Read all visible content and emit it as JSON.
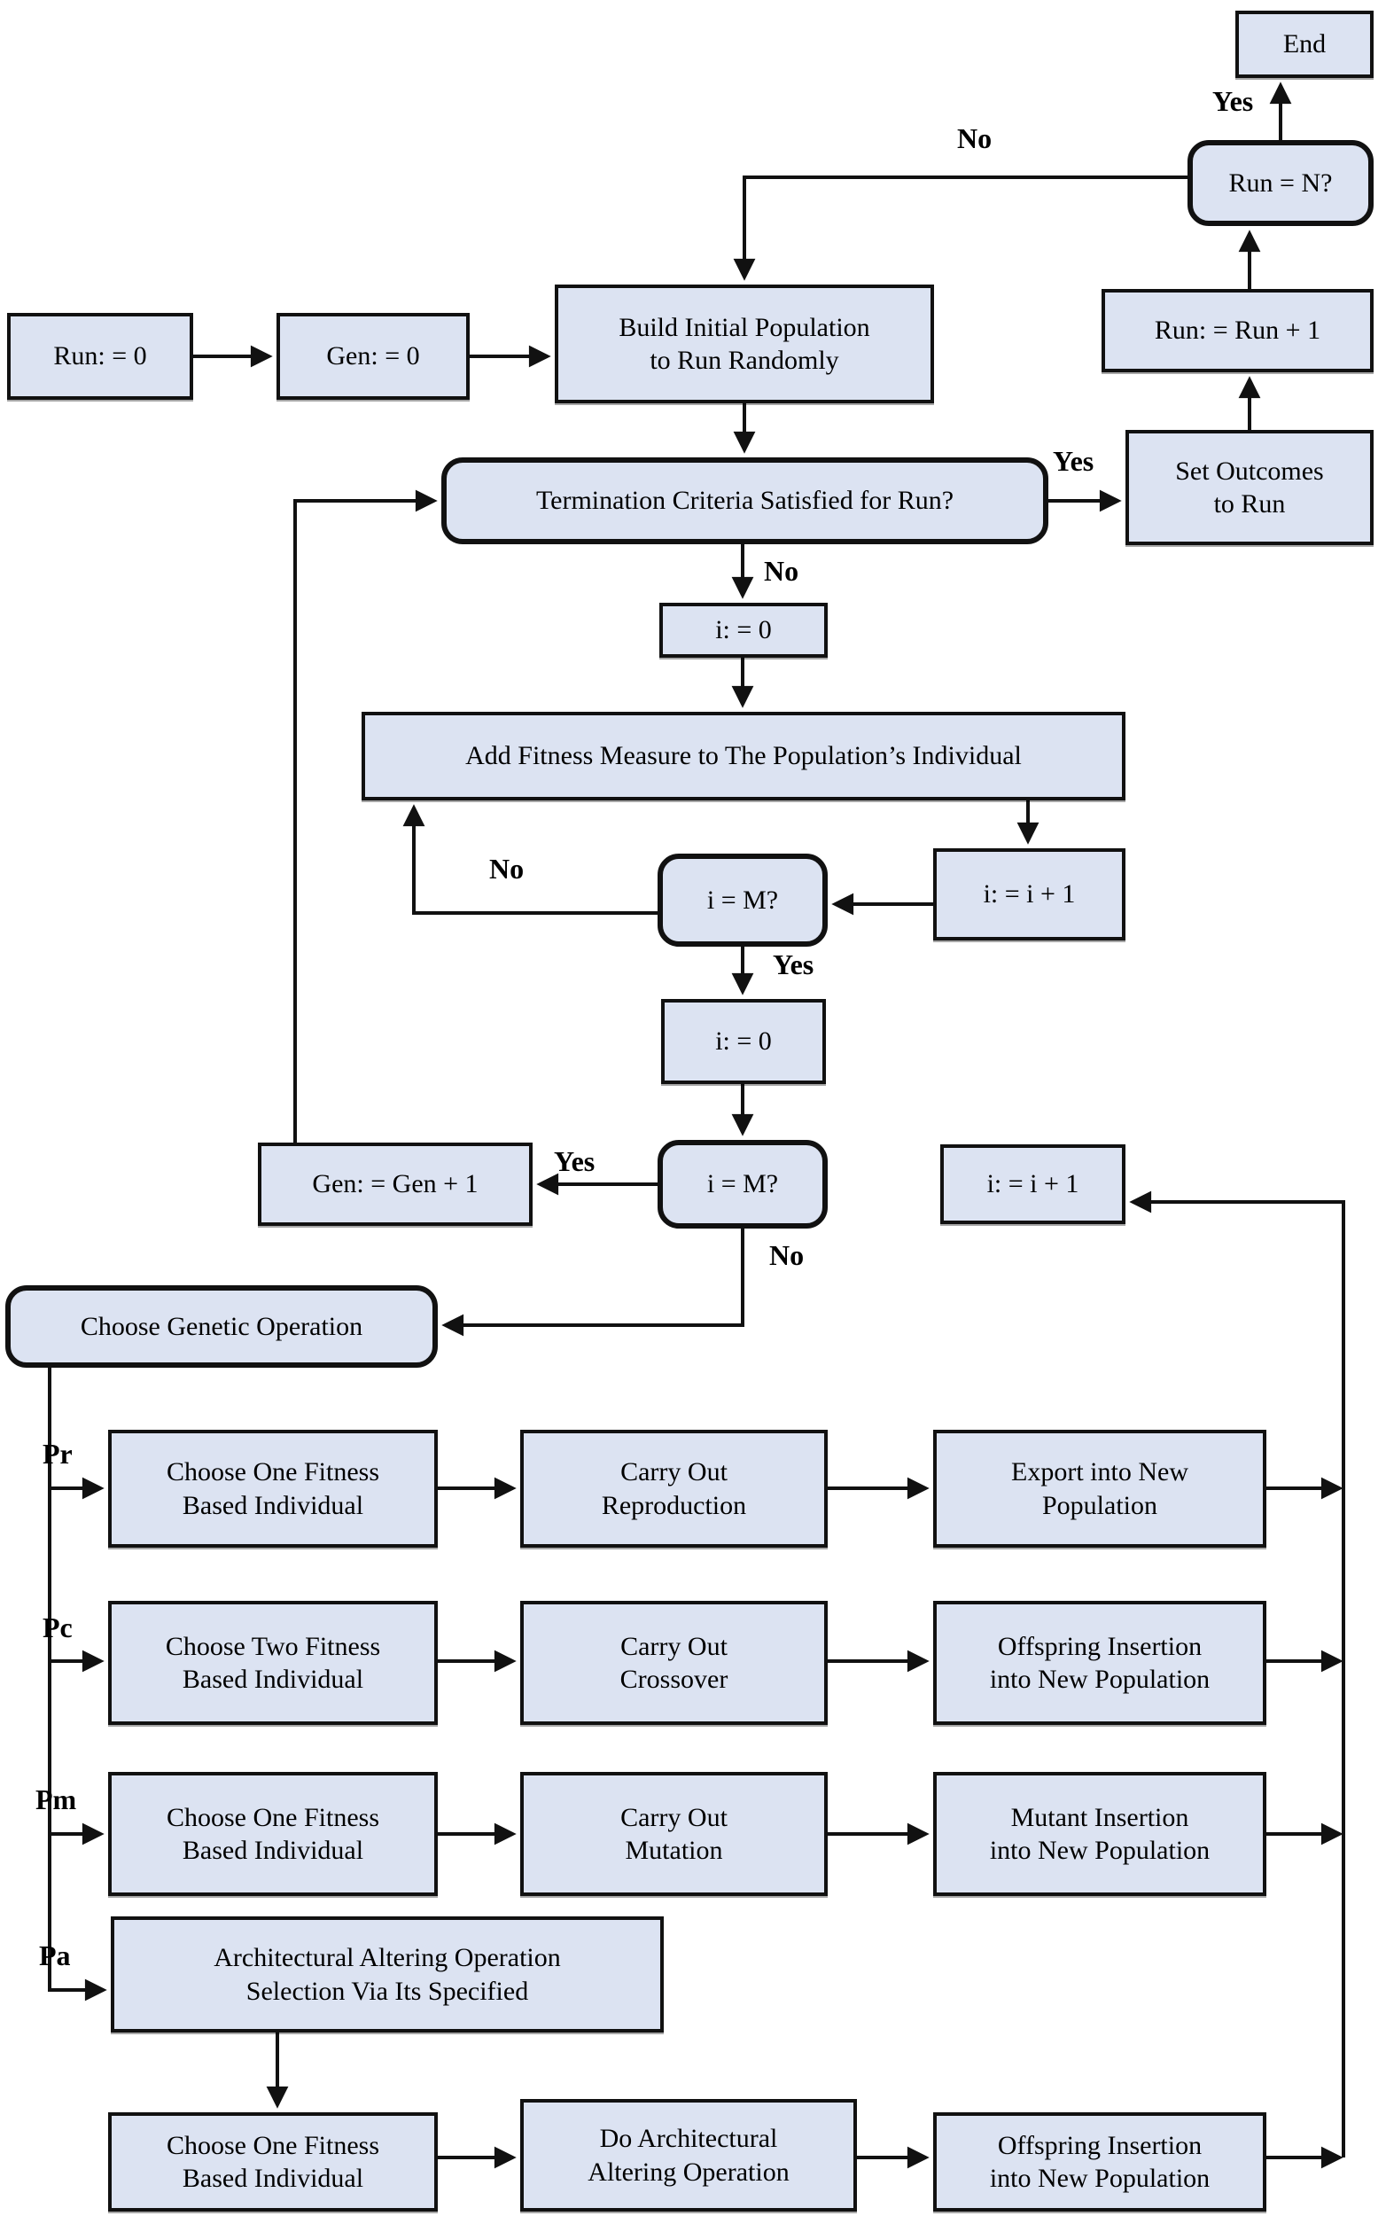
{
  "diagram": {
    "kind": "flowchart",
    "background": "#ffffff",
    "node_fill": "#dce3f2",
    "node_border": "#111111",
    "nodes": {
      "end": {
        "label": "End",
        "shape": "rect"
      },
      "run_eq_n": {
        "label": "Run = N?",
        "shape": "rounded"
      },
      "run_inc": {
        "label": "Run: = Run + 1",
        "shape": "rect"
      },
      "set_outcomes": {
        "label": "Set Outcomes\nto Run",
        "shape": "rect"
      },
      "run0": {
        "label": "Run: = 0",
        "shape": "rect"
      },
      "gen0": {
        "label": "Gen: = 0",
        "shape": "rect"
      },
      "build": {
        "label": "Build Initial Population\nto Run Randomly",
        "shape": "rect"
      },
      "termination": {
        "label": "Termination Criteria Satisfied for Run?",
        "shape": "rounded"
      },
      "i0a": {
        "label": "i: = 0",
        "shape": "rect"
      },
      "addfit": {
        "label": "Add Fitness Measure to The Population’s Individual",
        "shape": "rect"
      },
      "im_a": {
        "label": "i = M?",
        "shape": "rounded"
      },
      "iinc_a": {
        "label": "i: = i + 1",
        "shape": "rect"
      },
      "i0b": {
        "label": "i: = 0",
        "shape": "rect"
      },
      "im_b": {
        "label": "i = M?",
        "shape": "rounded"
      },
      "gen_inc": {
        "label": "Gen: = Gen + 1",
        "shape": "rect"
      },
      "iinc_b": {
        "label": "i: = i + 1",
        "shape": "rect"
      },
      "choose_op": {
        "label": "Choose Genetic Operation",
        "shape": "rounded"
      },
      "pr1": {
        "label": "Choose One Fitness\nBased Individual",
        "shape": "rect"
      },
      "pr2": {
        "label": "Carry Out\nReproduction",
        "shape": "rect"
      },
      "pr3": {
        "label": "Export into New\nPopulation",
        "shape": "rect"
      },
      "pc1": {
        "label": "Choose Two Fitness\nBased Individual",
        "shape": "rect"
      },
      "pc2": {
        "label": "Carry Out\nCrossover",
        "shape": "rect"
      },
      "pc3": {
        "label": "Offspring Insertion\ninto New Population",
        "shape": "rect"
      },
      "pm1": {
        "label": "Choose One Fitness\nBased Individual",
        "shape": "rect"
      },
      "pm2": {
        "label": "Carry Out\nMutation",
        "shape": "rect"
      },
      "pm3": {
        "label": "Mutant Insertion\ninto New Population",
        "shape": "rect"
      },
      "pa_box": {
        "label": "Architectural Altering Operation\nSelection Via Its Specified",
        "shape": "rect"
      },
      "bot1": {
        "label": "Choose One Fitness\nBased Individual",
        "shape": "rect"
      },
      "bot2": {
        "label": "Do Architectural\nAltering Operation",
        "shape": "rect"
      },
      "bot3": {
        "label": "Offspring Insertion\ninto New Population",
        "shape": "rect"
      }
    },
    "edge_labels": {
      "yes_top": "Yes",
      "no_top": "No",
      "yes_mid": "Yes",
      "no_term": "No",
      "no_ima": "No",
      "yes_ima": "Yes",
      "yes_imb": "Yes",
      "no_imb": "No",
      "pr": "Pr",
      "pc": "Pc",
      "pm": "Pm",
      "pa": "Pa"
    }
  }
}
